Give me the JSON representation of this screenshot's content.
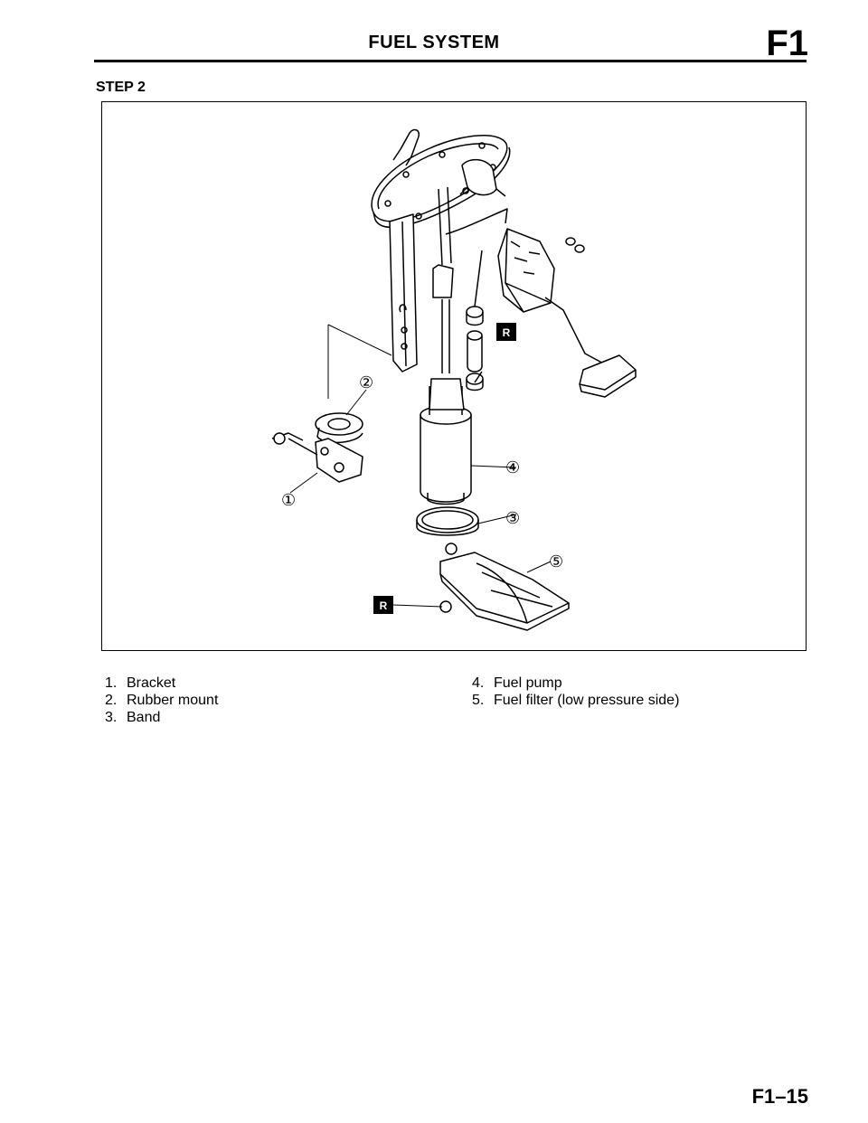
{
  "header": {
    "title": "FUEL SYSTEM",
    "section_code": "F1"
  },
  "step_label": "STEP 2",
  "figure": {
    "callouts": [
      "①",
      "②",
      "③",
      "④",
      "⑤"
    ],
    "tags": [
      "R",
      "R"
    ]
  },
  "legend": {
    "items": [
      {
        "number": "1.",
        "label": "Bracket"
      },
      {
        "number": "2.",
        "label": "Rubber mount"
      },
      {
        "number": "3.",
        "label": "Band"
      },
      {
        "number": "4.",
        "label": "Fuel pump"
      },
      {
        "number": "5.",
        "label": "Fuel filter (low pressure side)"
      }
    ]
  },
  "page_number": "F1–15"
}
